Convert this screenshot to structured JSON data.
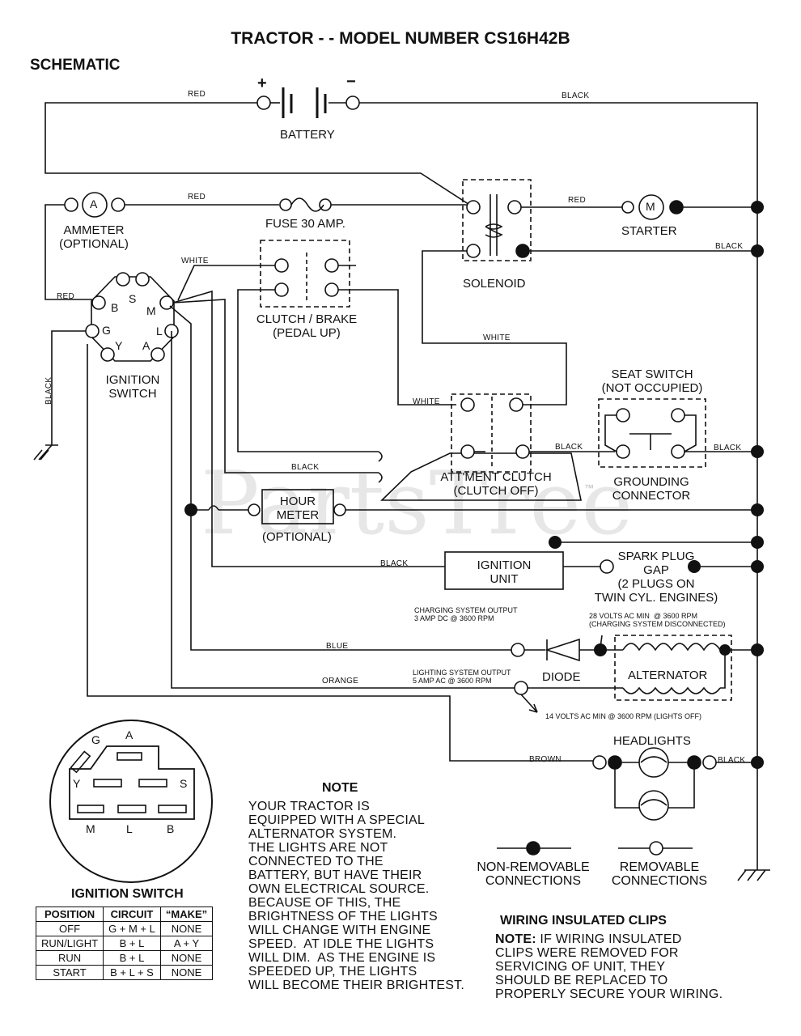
{
  "title": "TRACTOR - - MODEL NUMBER CS16H42B",
  "subtitle": "SCHEMATIC",
  "components": {
    "battery": "BATTERY",
    "battery_pos": "+",
    "battery_neg": "−",
    "ammeter": "AMMETER\n(OPTIONAL)",
    "ammeter_symbol": "A",
    "fuse": "FUSE 30 AMP.",
    "starter": "STARTER",
    "starter_symbol": "M",
    "solenoid": "SOLENOID",
    "clutch_brake": "CLUTCH / BRAKE\n(PEDAL UP)",
    "ignition_switch": "IGNITION\nSWITCH",
    "seat_switch": "SEAT SWITCH\n(NOT OCCUPIED)",
    "attachment_clutch": "ATT'MENT CLUTCH\n(CLUTCH OFF)",
    "grounding_connector": "GROUNDING\nCONNECTOR",
    "hour_meter": "HOUR\nMETER",
    "hour_meter_optional": "(OPTIONAL)",
    "ignition_unit": "IGNITION\nUNIT",
    "spark_plug": "SPARK PLUG\nGAP\n(2 PLUGS ON\nTWIN CYL. ENGINES)",
    "diode": "DIODE",
    "alternator": "ALTERNATOR",
    "headlights": "HEADLIGHTS"
  },
  "switch_pins": {
    "B": "B",
    "S": "S",
    "M": "M",
    "G": "G",
    "L": "L",
    "Y": "Y",
    "A": "A"
  },
  "wire_labels": {
    "red_top": "RED",
    "black_top": "BLACK",
    "red_ammeter": "RED",
    "red_starter": "RED",
    "white_top": "WHITE",
    "red_switch": "RED",
    "black_solenoid": "BLACK",
    "white_mid": "WHITE",
    "white_att": "WHITE",
    "black_att": "BLACK",
    "black_seat": "BLACK",
    "black_ground": "BLACK",
    "black_mid": "BLACK",
    "black_ign": "BLACK",
    "blue": "BLUE",
    "orange": "ORANGE",
    "brown": "BROWN",
    "black_head": "BLACK"
  },
  "annotations": {
    "charging_output": "CHARGING SYSTEM OUTPUT\n3 AMP DC @ 3600 RPM",
    "volts_28": "28 VOLTS AC MIN  @ 3600 RPM\n(CHARGING SYSTEM DISCONNECTED)",
    "lighting_output": "LIGHTING SYSTEM OUTPUT\n5 AMP AC @ 3600 RPM",
    "volts_14": "14 VOLTS AC MIN  @ 3600 RPM (LIGHTS OFF)"
  },
  "legend": {
    "non_removable": "NON-REMOVABLE\nCONNECTIONS",
    "removable": "REMOVABLE\nCONNECTIONS"
  },
  "switch_detail": {
    "title": "IGNITION SWITCH",
    "pins": {
      "A": "A",
      "G": "G",
      "Y": "Y",
      "S": "S",
      "M": "M",
      "L": "L",
      "B": "B"
    }
  },
  "ignition_table": {
    "headers": [
      "POSITION",
      "CIRCUIT",
      "“MAKE”"
    ],
    "rows": [
      [
        "OFF",
        "G + M + L",
        "NONE"
      ],
      [
        "RUN/LIGHT",
        "B + L",
        "A + Y"
      ],
      [
        "RUN",
        "B + L",
        "NONE"
      ],
      [
        "START",
        "B + L + S",
        "NONE"
      ]
    ]
  },
  "note": {
    "heading": "NOTE",
    "body": "YOUR TRACTOR IS\nEQUIPPED WITH A SPECIAL\nALTERNATOR SYSTEM.\nTHE LIGHTS ARE NOT\nCONNECTED TO THE\nBATTERY, BUT HAVE THEIR\nOWN ELECTRICAL SOURCE.\nBECAUSE OF THIS, THE\nBRIGHTNESS OF THE LIGHTS\nWILL CHANGE WITH ENGINE\nSPEED.  AT IDLE THE LIGHTS\nWILL DIM.  AS THE ENGINE IS\nSPEEDED UP, THE LIGHTS\nWILL BECOME THEIR BRIGHTEST."
  },
  "clips": {
    "heading": "WIRING INSULATED CLIPS",
    "note_prefix": "NOTE:",
    "body": " IF WIRING INSULATED\nCLIPS WERE REMOVED FOR\nSERVICING OF UNIT, THEY\nSHOULD BE REPLACED TO\nPROPERLY SECURE YOUR WIRING."
  },
  "watermark": "PartsTree",
  "watermark_tm": "™"
}
